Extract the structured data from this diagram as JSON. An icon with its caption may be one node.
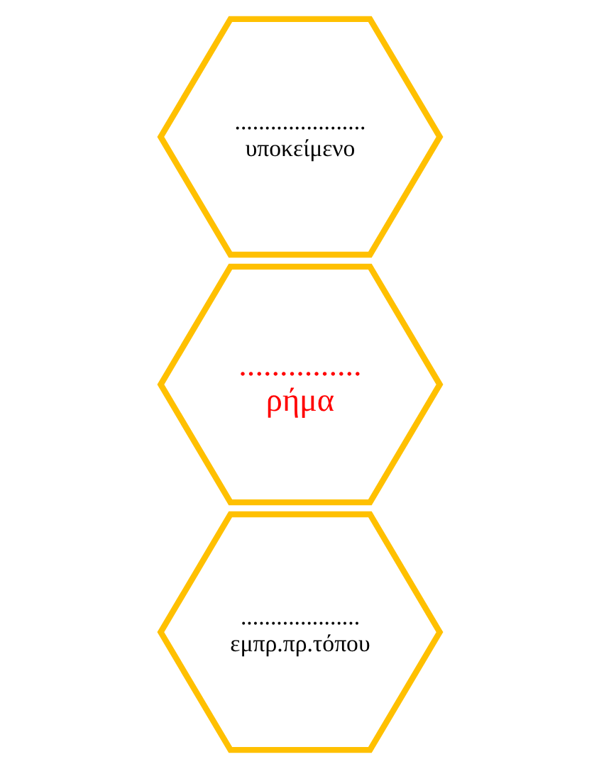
{
  "diagram": {
    "nodes": [
      {
        "text": [
          "......................",
          "υποκείμενο"
        ]
      },
      {
        "text": [
          "...............",
          "ρήμα"
        ]
      },
      {
        "text": [
          "....................",
          "εμπρ.πρ.τόπου"
        ]
      }
    ]
  }
}
